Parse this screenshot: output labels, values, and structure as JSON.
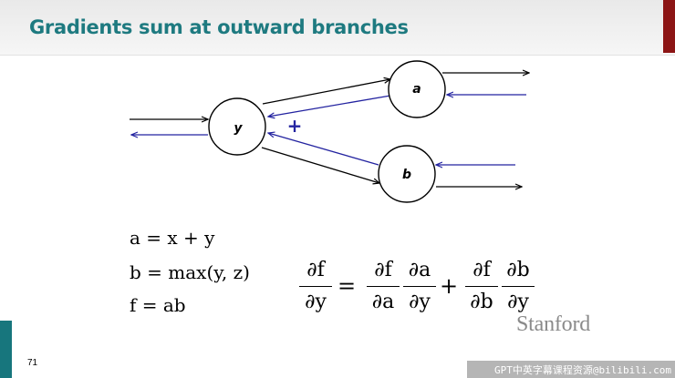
{
  "slide": {
    "title": "Gradients sum at outward branches",
    "page_number": "71",
    "logo_text": "Stanford",
    "watermark": "GPT中英字幕课程资源@bilibili.com"
  },
  "diagram": {
    "nodes": {
      "y": "y",
      "a": "a",
      "b": "b"
    },
    "plus_sign": "+"
  },
  "equations": {
    "line1": "a = x + y",
    "line2": "b = max(y, z)",
    "line3": "f = ab"
  },
  "chain_rule": {
    "lhs": {
      "num": "∂f",
      "den": "∂y"
    },
    "equals": "=",
    "term1": [
      {
        "num": "∂f",
        "den": "∂a"
      },
      {
        "num": "∂a",
        "den": "∂y"
      }
    ],
    "plus": "+",
    "term2": [
      {
        "num": "∂f",
        "den": "∂b"
      },
      {
        "num": "∂b",
        "den": "∂y"
      }
    ]
  },
  "colors": {
    "title": "#1e7a80",
    "gradient_arrows": "#2323a0",
    "forward_arrows": "#000000",
    "stanford_red": "#8c1515",
    "teal_accent": "#17767d"
  }
}
